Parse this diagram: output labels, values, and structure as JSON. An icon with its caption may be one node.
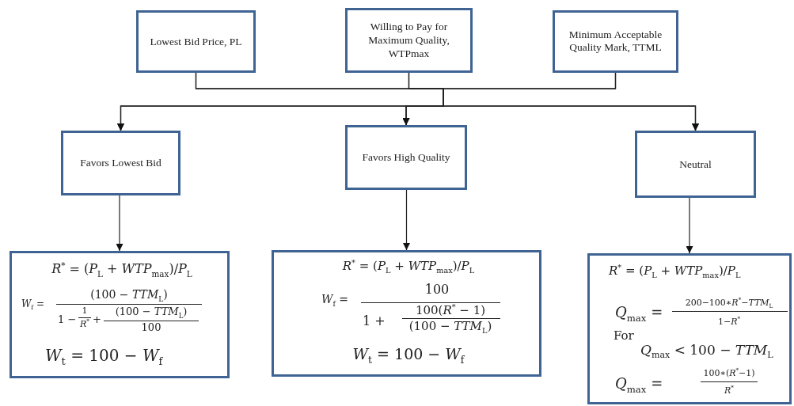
{
  "diagram": {
    "nodes": [
      {
        "text": [
          "Lowest Bid Price, PL"
        ]
      },
      {
        "text": [
          "Willing to Pay for Maximum Quality, WTPmax"
        ]
      },
      {
        "text": [
          "Minimum Acceptable Quality Mark, TTML"
        ]
      },
      {
        "text": [
          "Favors Lowest Bid"
        ]
      },
      {
        "text": [
          "Favors High Quality"
        ]
      },
      {
        "text": [
          "Neutral"
        ]
      },
      {
        "text": [
          "*R*$^{*}$ = (*P*$_{L}$ + *WTP*$_{max}$)/*P*$_{L}$",
          "*W*$_{f}$ =",
          "(100 − *TTM*$_{L}$)",
          "1 −",
          "1",
          "*R*$^{*}$",
          "+",
          "(100 − *TTM*$_{L}$)",
          "100",
          "*W*$_{t}$ = 100 − *W*$_{f}$"
        ]
      },
      {
        "text": [
          "*R*$^{*}$ = (*P*$_{L}$ + *WTP*$_{max}$)/*P*$_{L}$",
          "*W*$_{f}$ =",
          "100",
          "1 +",
          "100(*R*$^{*}$ − 1)",
          "(100 − *TTM*$_{L}$)",
          "*W*$_{t}$ = 100 − *W*$_{f}$"
        ]
      },
      {
        "text": [
          "*R*$^{*}$ = (*P*$_{L}$ + *WTP*$_{max}$)/*P*$_{L}$",
          "*Q*$_{max}$ =",
          "200−100∗*R*$^{*}$−*TTM*$_{L}$",
          "1−*R*$^{*}$",
          "For",
          "*Q*$_{max}$ < 100 − *TTM*$_{L}$",
          "*Q*$_{max}$ =",
          "100∗(*R*$^{*}$−1)",
          "*R*$^{*}$"
        ]
      }
    ],
    "edges": [
      {
        "from": 0,
        "to": 3,
        "arrow": "to"
      },
      {
        "from": 0,
        "to": 4,
        "arrow": "to"
      },
      {
        "from": 0,
        "to": 5,
        "arrow": "to"
      },
      {
        "from": 1,
        "to": 3,
        "arrow": "to"
      },
      {
        "from": 1,
        "to": 4,
        "arrow": "to"
      },
      {
        "from": 1,
        "to": 5,
        "arrow": "to"
      },
      {
        "from": 2,
        "to": 3,
        "arrow": "to"
      },
      {
        "from": 2,
        "to": 4,
        "arrow": "to"
      },
      {
        "from": 2,
        "to": 5,
        "arrow": "to"
      },
      {
        "from": 3,
        "to": 6,
        "arrow": "to"
      },
      {
        "from": 4,
        "to": 7,
        "arrow": "to"
      },
      {
        "from": 5,
        "to": 8,
        "arrow": "to"
      }
    ]
  }
}
